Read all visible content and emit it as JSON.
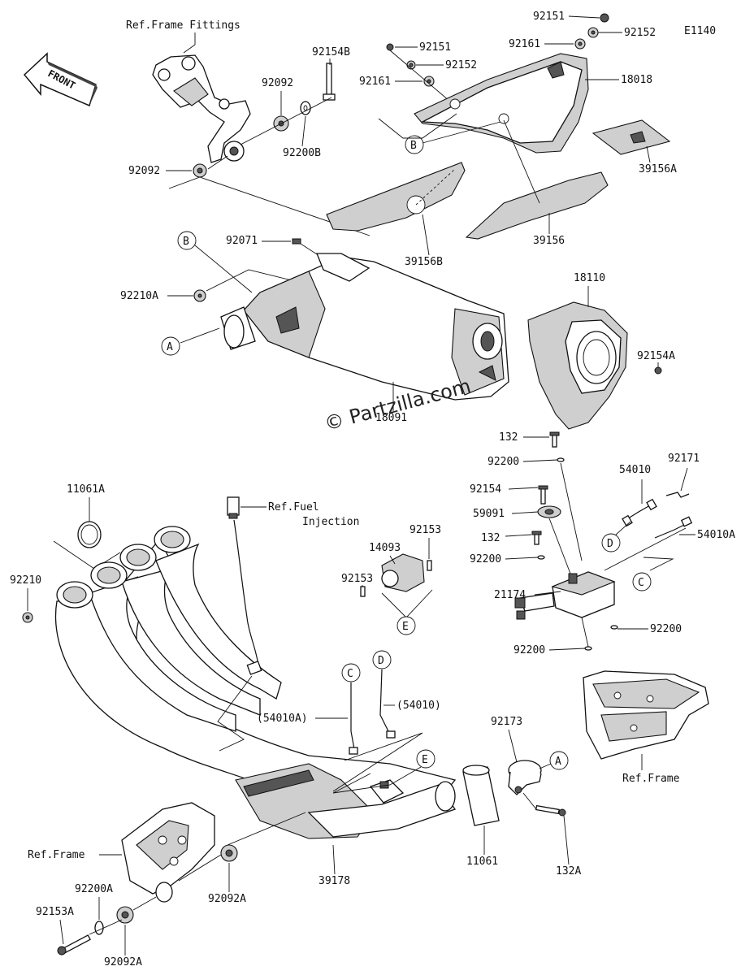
{
  "diagram_code": "E1140",
  "front_label": "FRONT",
  "watermark": "© Partzilla.com",
  "refs": {
    "frame_fittings": "Ref.Frame Fittings",
    "fuel_injection_1": "Ref.Fuel",
    "fuel_injection_2": "Injection",
    "frame_right": "Ref.Frame",
    "frame_left": "Ref.Frame"
  },
  "callouts": {
    "A": "A",
    "B": "B",
    "C": "C",
    "D": "D",
    "E": "E"
  },
  "parts": {
    "p92151_top": "92151",
    "p92152_top": "92152",
    "p92161_top": "92161",
    "p92151": "92151",
    "p92152": "92152",
    "p92161": "92161",
    "p92154B": "92154B",
    "p92092_a": "92092",
    "p92200B": "92200B",
    "p92092_b": "92092",
    "p18018": "18018",
    "p39156A": "39156A",
    "p39156": "39156",
    "p39156B": "39156B",
    "p92071": "92071",
    "p92210A": "92210A",
    "p18110": "18110",
    "p92154A": "92154A",
    "p18091": "18091",
    "p132_a": "132",
    "p92200_a": "92200",
    "p92154": "92154",
    "p59091": "59091",
    "p132_b": "132",
    "p92200_b": "92200",
    "p21174": "21174",
    "p92200_c": "92200",
    "p92200_d": "92200",
    "p54010": "54010",
    "p92171": "92171",
    "p54010A": "54010A",
    "p11061A": "11061A",
    "p92210": "92210",
    "p14093": "14093",
    "p92153_a": "92153",
    "p92153_b": "92153",
    "p54010A_paren": "(54010A)",
    "p54010_paren": "(54010)",
    "p92173": "92173",
    "p11061": "11061",
    "p132A": "132A",
    "p39178": "39178",
    "p92200A": "92200A",
    "p92092A_a": "92092A",
    "p92153A": "92153A",
    "p92092A_b": "92092A"
  }
}
